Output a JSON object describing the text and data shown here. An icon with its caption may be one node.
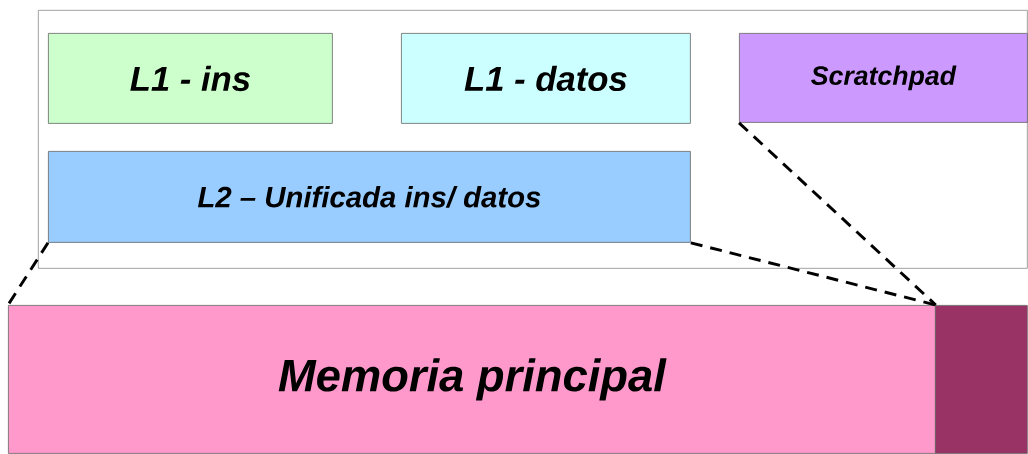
{
  "diagram": {
    "nodes": [
      {
        "text": [],
        "shape": "box"
      },
      {
        "text": [
          "L1 - ins"
        ],
        "in": 0
      },
      {
        "text": [
          "L1 - datos"
        ],
        "in": 0
      },
      {
        "text": [
          "Scratchpad"
        ],
        "in": 0
      },
      {
        "text": [
          "L2 – Unificada ins/ datos"
        ],
        "in": 0
      },
      {
        "text": [
          "Memoria principal"
        ]
      },
      {
        "text": [],
        "shape": "box"
      }
    ],
    "edges": [
      {
        "from": 4,
        "to": 5,
        "arrow": "none",
        "style": "dashed"
      },
      {
        "from": 4,
        "to": 5,
        "arrow": "none",
        "style": "dashed"
      },
      {
        "from": 3,
        "to": 5,
        "arrow": "none",
        "style": "dashed"
      }
    ]
  }
}
